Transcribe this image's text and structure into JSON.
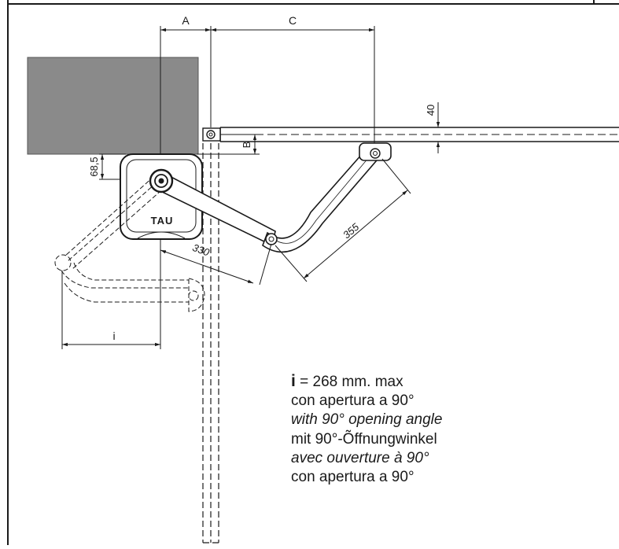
{
  "dimensions": {
    "a_label": "A",
    "b_label": "B",
    "c_label": "C",
    "d40_label": "40",
    "d685_label": "68,5",
    "d330_label": "330",
    "d355_label": "355",
    "i_label": "i"
  },
  "device": {
    "logo_text": "TAU"
  },
  "notes": {
    "i_symbol": "i",
    "i_value": " = 268 mm. max",
    "line_it": "con apertura a 90°",
    "line_en": "with 90° opening angle",
    "line_de": "mit 90°-Õffnungwinkel",
    "line_fr": "avec ouverture à 90°",
    "line_es": "con apertura a 90°"
  }
}
